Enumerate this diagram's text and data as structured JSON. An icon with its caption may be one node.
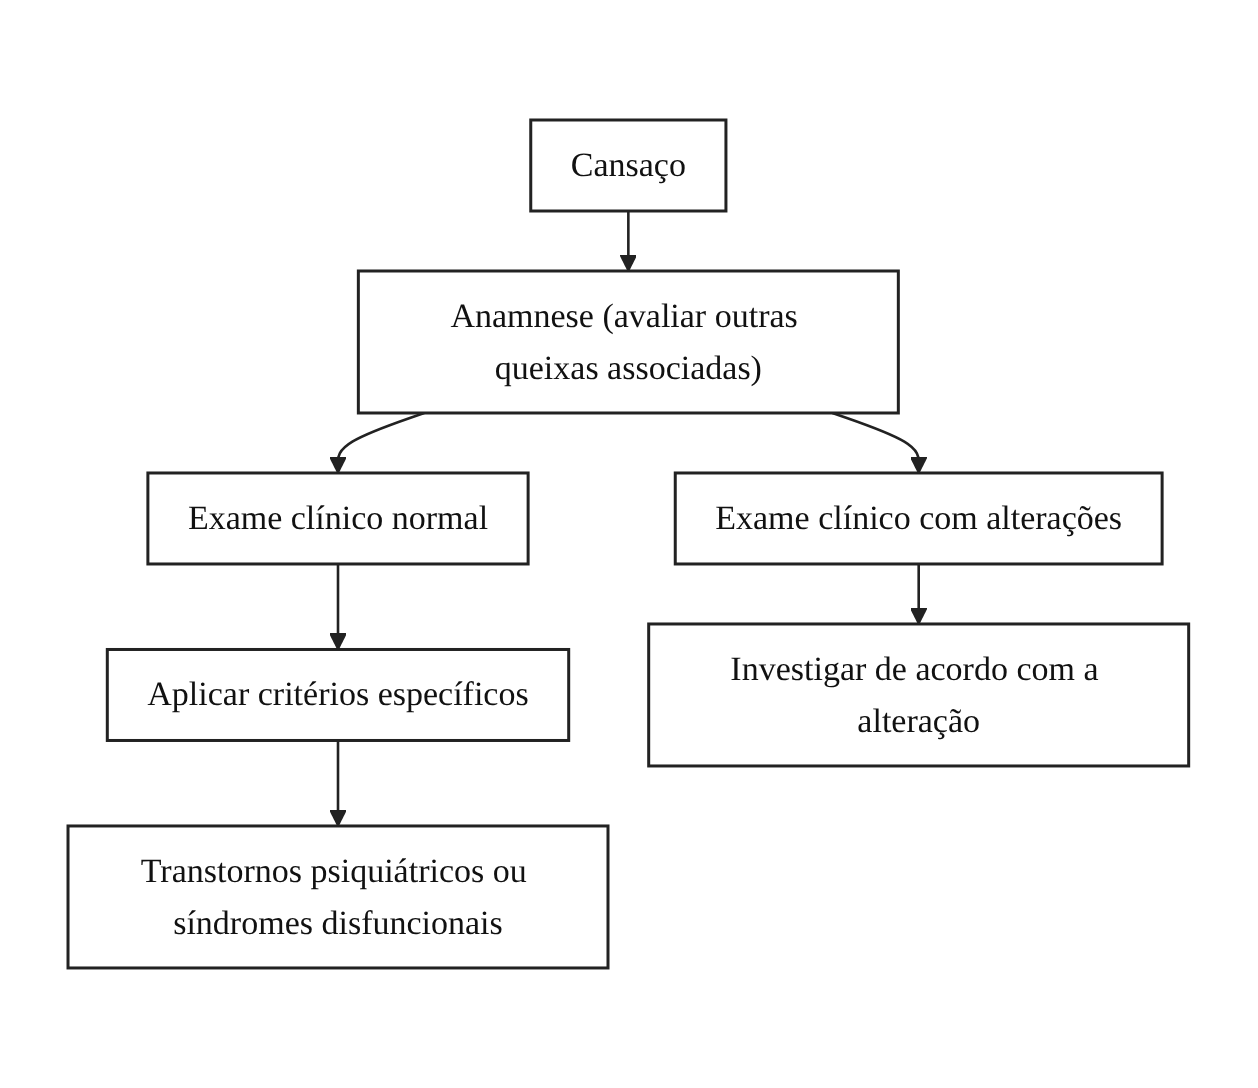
{
  "diagram": {
    "nodes": [
      {
        "text": [
          "Cansaço"
        ]
      },
      {
        "text": [
          "Anamnese (avaliar outras queixas associadas)"
        ]
      },
      {
        "text": [
          "Exame clínico normal"
        ]
      },
      {
        "text": [
          "Exame clínico com alterações"
        ]
      },
      {
        "text": [
          "Aplicar critérios específicos"
        ]
      },
      {
        "text": [
          "Investigar de acordo com a alteração"
        ]
      },
      {
        "text": [
          "Transtornos psiquiátricos ou síndromes disfuncionais"
        ]
      }
    ],
    "edges": [
      {
        "from": 0,
        "to": 1,
        "arrow": "to"
      },
      {
        "from": 1,
        "to": 2,
        "arrow": "to"
      },
      {
        "from": 1,
        "to": 3,
        "arrow": "to"
      },
      {
        "from": 2,
        "to": 4,
        "arrow": "to"
      },
      {
        "from": 3,
        "to": 5,
        "arrow": "to"
      },
      {
        "from": 4,
        "to": 6,
        "arrow": "to"
      }
    ]
  }
}
